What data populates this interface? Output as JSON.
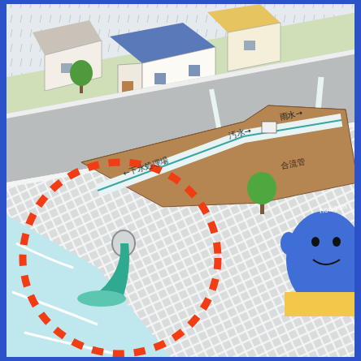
{
  "diagram": {
    "labels": [
      "雨水→",
      "汚水→",
      "←下水処理場",
      "合流管",
      "horigon"
    ]
  }
}
